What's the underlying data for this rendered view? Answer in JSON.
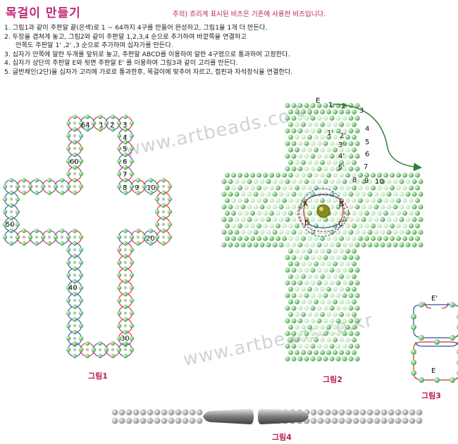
{
  "title": "목걸이 만들기",
  "note": "주의) 흐리게 표시된 비즈은 기존에 사용한 비즈입니다.",
  "steps": [
    "1.  그림1과 같이 주판알 끝(은색)로 1 ~ 64까지 4구를 만들어 완성하고, 그림1을 1개 더 만든다.",
    "2.  두장을 겹쳐게 놓고, 그림2와 같이 주판알 1,2,3,4 순으로 추가하여 바깥쪽을 연결하고",
    "안쪽도 주판알 1' ,2' ,3 순으로 추가하여 십자가를 만든다.",
    "3.  십자가 안쪽에 알란 두개를 앞뒤로 놓고, 주판알 ABCD를 이용하여 알란 4구멍으로 통과하여 고정한다.",
    "4.  십자가 상단의 주판알 E와 뒷면 주판알 E' 를 이용하여 그림3과 같이 고리를 만든다.",
    "5.  글번체인(2단)을 십자가 고리에 가로로 통과한후, 목걸이에 맞추어 자르고, 접핀과 자석장식을 연결한다."
  ],
  "watermark": "www.artbeads.co.kr",
  "figures": {
    "fig1": {
      "label": "그림1",
      "numbers": [
        "64",
        "1",
        "2",
        "3",
        "4",
        "5",
        "6",
        "60",
        "7",
        "8",
        "9",
        "10",
        "50",
        "20",
        "40",
        "30"
      ]
    },
    "fig2": {
      "label": "그림2",
      "numbers": [
        "E",
        "1",
        "2",
        "3",
        "4",
        "5",
        "6",
        "7",
        "8",
        "9",
        "10",
        "1'",
        "2'",
        "3'",
        "4'",
        "5'"
      ],
      "letters": [
        "A",
        "B",
        "C",
        "D"
      ]
    },
    "fig3": {
      "label": "그림3",
      "letters": [
        "E'",
        "E"
      ]
    },
    "fig4": {
      "label": "그림4"
    }
  },
  "colors": {
    "bead_green": "#7ec77e",
    "bead_light": "#c6e8c3",
    "ring_red": "#d9232e",
    "ring_blue": "#2b4fa6",
    "title_pink": "#c0287a",
    "arrow_green": "#2e7d32",
    "chain_gray": "#9a9a9a"
  }
}
